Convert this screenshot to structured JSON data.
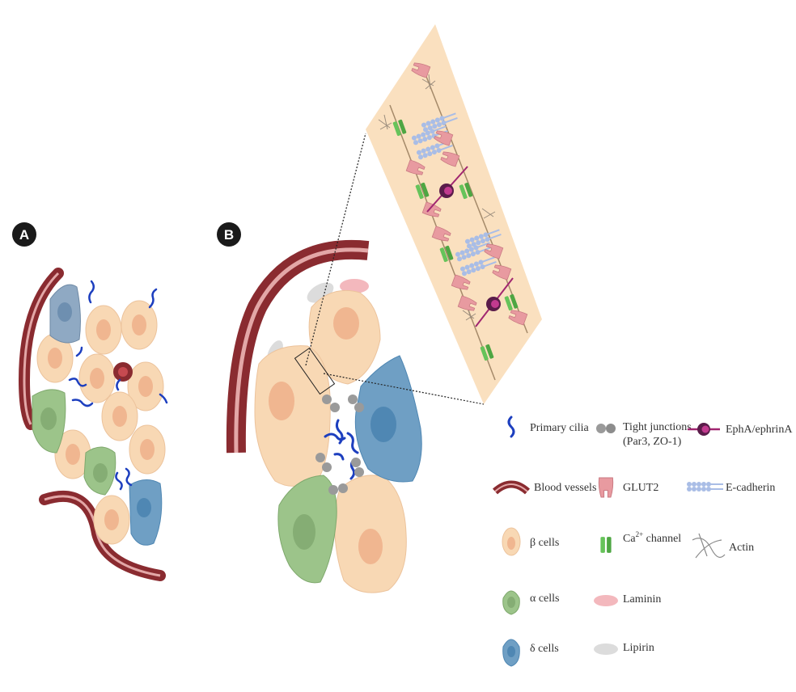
{
  "panels": {
    "a": "A",
    "b": "B"
  },
  "legend": {
    "primary_cilia": "Primary cilia",
    "blood_vessels": "Blood vessels",
    "beta_cells": "β cells",
    "alpha_cells": "α cells",
    "delta_cells": "δ cells",
    "tight_junctions_line1": "Tight junctions",
    "tight_junctions_line2": "(Par3, ZO-1)",
    "glut2": "GLUT2",
    "ca_channel_prefix": "Ca",
    "ca_channel_sup": "2+",
    "ca_channel_suffix": " channel",
    "laminin": "Laminin",
    "lipirin": "Lipirin",
    "epha": "EphA/ephrinA",
    "ecadherin": "E-cadherin",
    "actin": "Actin"
  },
  "colors": {
    "beta_fill": "#f8d8b4",
    "beta_nucleus": "#f0b690",
    "alpha_fill": "#9cc48a",
    "alpha_nucleus": "#85ad74",
    "delta_fill": "#6f9fc4",
    "delta_nucleus": "#4f87b3",
    "vessel_dark": "#8a2b30",
    "vessel_light": "#e3a7a7",
    "cilia": "#1d3fbf",
    "tight_junction": "#9a9a9a",
    "glut2": "#e89aa0",
    "ca_channel": "#66c35a",
    "ecadherin": "#a9bde6",
    "epha": "#a12670",
    "laminin": "#f3b8bd",
    "lipirin": "#dcdcdc"
  }
}
